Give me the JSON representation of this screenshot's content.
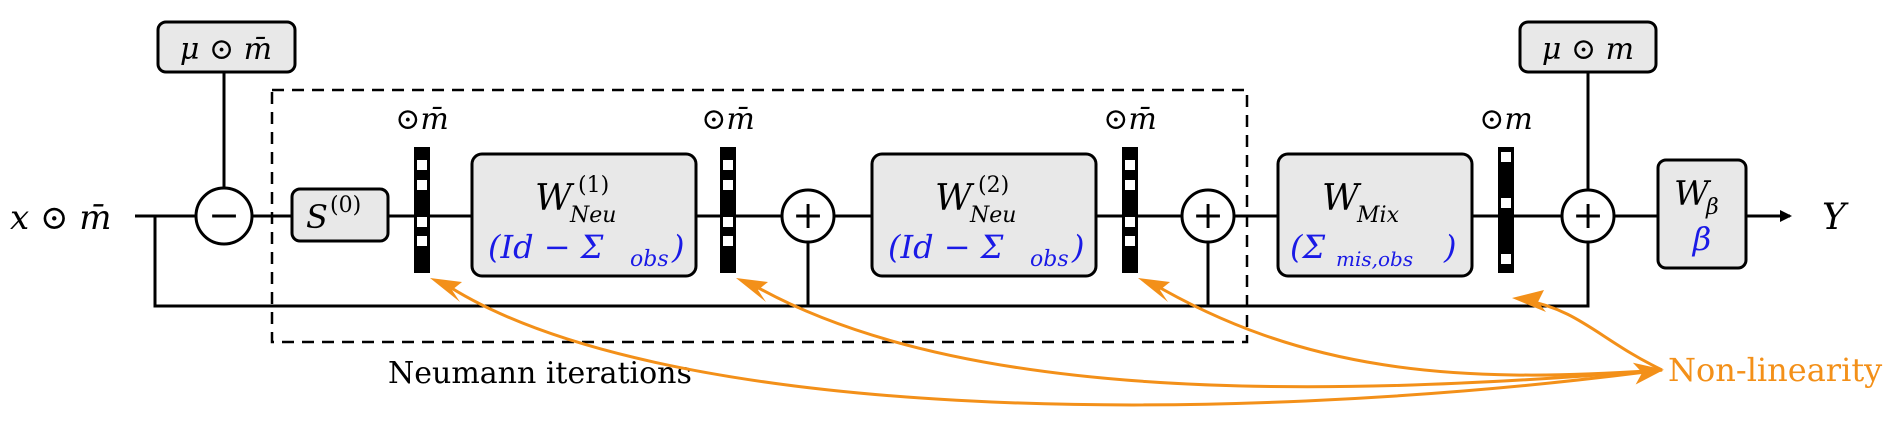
{
  "input_label": "x ⊙ m̄",
  "output_label": "Y",
  "top_left_box": "μ ⊙ m̄",
  "top_right_box": "μ ⊙ m",
  "minus_symbol": "−",
  "plus_symbol": "+",
  "s0": {
    "base": "S",
    "sup": "(0)"
  },
  "w1": {
    "base": "W",
    "sup": "(1)",
    "sub": "Neu",
    "param": "(Id − Σ",
    "param_sub": "obs",
    "param_close": ")"
  },
  "w2": {
    "base": "W",
    "sup": "(2)",
    "sub": "Neu",
    "param": "(Id − Σ",
    "param_sub": "obs",
    "param_close": ")"
  },
  "wmix": {
    "base": "W",
    "sub": "Mix",
    "param": "(Σ",
    "param_sub": "mis,obs",
    "param_close": ")"
  },
  "wbeta": {
    "base": "W",
    "sub": "β",
    "param": "β"
  },
  "mask_labels": {
    "mbar": "⊙m̄",
    "m": "⊙m"
  },
  "region_label": "Neumann iterations",
  "annotation_label": "Non-linearity",
  "colors": {
    "param_text": "#1a1ae6",
    "annotation": "#f39019",
    "box_fill": "#e8e8e8"
  }
}
